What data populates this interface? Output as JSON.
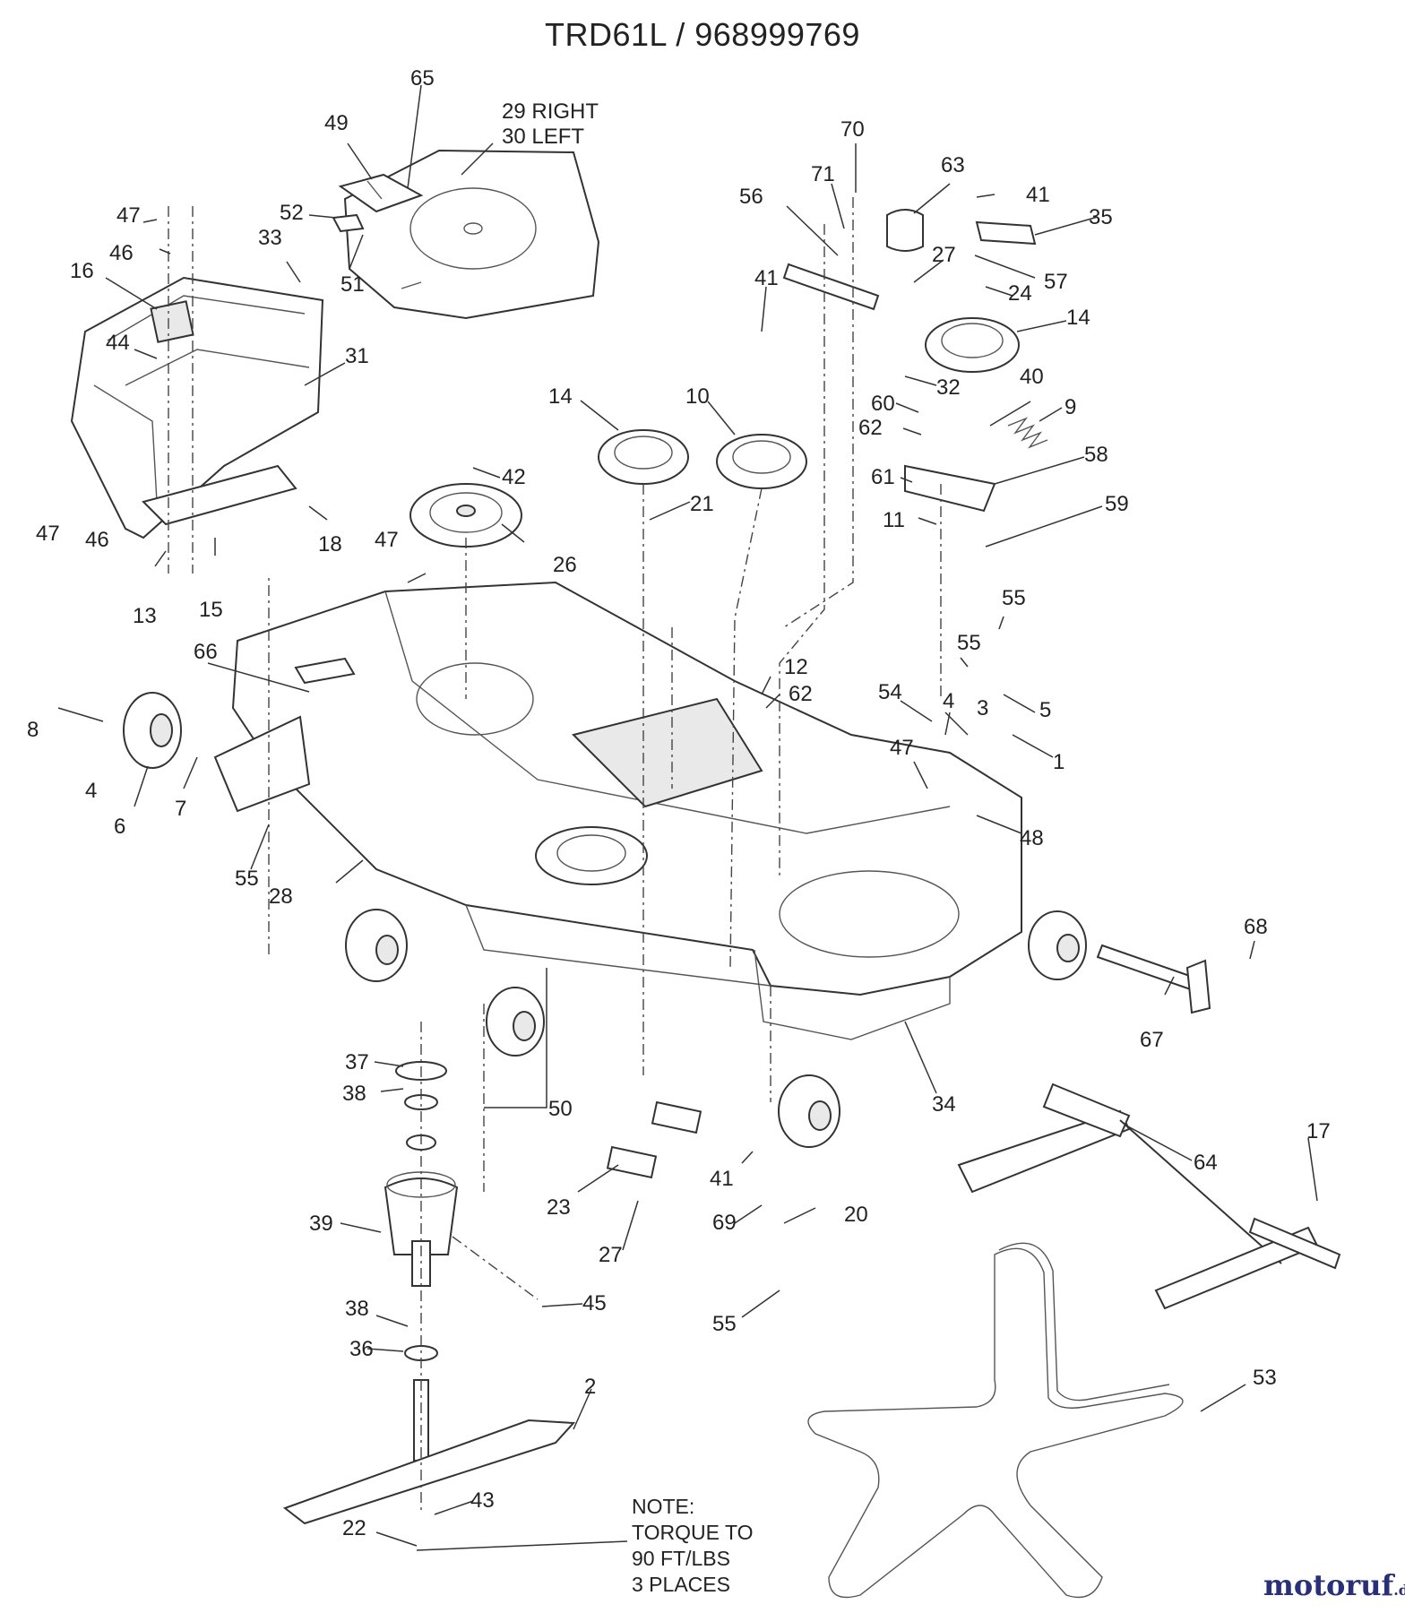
{
  "title": "TRD61L / 968999769",
  "note": [
    "NOTE:",
    "TORQUE TO",
    "90 FT/LBS",
    "3 PLACES"
  ],
  "brand": {
    "name": "motoruf",
    "tld": ".de",
    "color": "#2a2f7a"
  },
  "callouts": [
    {
      "id": "c65",
      "label": "65"
    },
    {
      "id": "c49",
      "label": "49"
    },
    {
      "id": "c29",
      "label": "29  RIGHT"
    },
    {
      "id": "c30",
      "label": "30  LEFT"
    },
    {
      "id": "c70",
      "label": "70"
    },
    {
      "id": "c63",
      "label": "63"
    },
    {
      "id": "c71",
      "label": "71"
    },
    {
      "id": "c56",
      "label": "56"
    },
    {
      "id": "c41a",
      "label": "41"
    },
    {
      "id": "c35",
      "label": "35"
    },
    {
      "id": "c47a",
      "label": "47"
    },
    {
      "id": "c52",
      "label": "52"
    },
    {
      "id": "c46a",
      "label": "46"
    },
    {
      "id": "c33",
      "label": "33"
    },
    {
      "id": "c27a",
      "label": "27"
    },
    {
      "id": "c57",
      "label": "57"
    },
    {
      "id": "c16",
      "label": "16"
    },
    {
      "id": "c51",
      "label": "51"
    },
    {
      "id": "c24",
      "label": "24"
    },
    {
      "id": "c41b",
      "label": "41"
    },
    {
      "id": "c14a",
      "label": "14"
    },
    {
      "id": "c44",
      "label": "44"
    },
    {
      "id": "c31",
      "label": "31"
    },
    {
      "id": "c32",
      "label": "32"
    },
    {
      "id": "c40",
      "label": "40"
    },
    {
      "id": "c14b",
      "label": "14"
    },
    {
      "id": "c10",
      "label": "10"
    },
    {
      "id": "c60",
      "label": "60"
    },
    {
      "id": "c9",
      "label": "9"
    },
    {
      "id": "c62a",
      "label": "62"
    },
    {
      "id": "c58",
      "label": "58"
    },
    {
      "id": "c42",
      "label": "42"
    },
    {
      "id": "c61",
      "label": "61"
    },
    {
      "id": "c47b",
      "label": "47"
    },
    {
      "id": "c46b",
      "label": "46"
    },
    {
      "id": "c21",
      "label": "21"
    },
    {
      "id": "c11",
      "label": "11"
    },
    {
      "id": "c59",
      "label": "59"
    },
    {
      "id": "c18",
      "label": "18"
    },
    {
      "id": "c47c",
      "label": "47"
    },
    {
      "id": "c26",
      "label": "26"
    },
    {
      "id": "c13",
      "label": "13"
    },
    {
      "id": "c15",
      "label": "15"
    },
    {
      "id": "c55a",
      "label": "55"
    },
    {
      "id": "c66",
      "label": "66"
    },
    {
      "id": "c55b",
      "label": "55"
    },
    {
      "id": "c12",
      "label": "12"
    },
    {
      "id": "c8",
      "label": "8"
    },
    {
      "id": "c62b",
      "label": "62"
    },
    {
      "id": "c54",
      "label": "54"
    },
    {
      "id": "c4a",
      "label": "4"
    },
    {
      "id": "c3",
      "label": "3"
    },
    {
      "id": "c5",
      "label": "5"
    },
    {
      "id": "c4b",
      "label": "4"
    },
    {
      "id": "c47d",
      "label": "47"
    },
    {
      "id": "c1",
      "label": "1"
    },
    {
      "id": "c7",
      "label": "7"
    },
    {
      "id": "c6",
      "label": "6"
    },
    {
      "id": "c48",
      "label": "48"
    },
    {
      "id": "c55c",
      "label": "55"
    },
    {
      "id": "c28",
      "label": "28"
    },
    {
      "id": "c68",
      "label": "68"
    },
    {
      "id": "c67",
      "label": "67"
    },
    {
      "id": "c37",
      "label": "37"
    },
    {
      "id": "c50",
      "label": "50"
    },
    {
      "id": "c38a",
      "label": "38"
    },
    {
      "id": "c34",
      "label": "34"
    },
    {
      "id": "c17",
      "label": "17"
    },
    {
      "id": "c64",
      "label": "64"
    },
    {
      "id": "c41c",
      "label": "41"
    },
    {
      "id": "c20",
      "label": "20"
    },
    {
      "id": "c23",
      "label": "23"
    },
    {
      "id": "c39",
      "label": "39"
    },
    {
      "id": "c69",
      "label": "69"
    },
    {
      "id": "c27b",
      "label": "27"
    },
    {
      "id": "c45",
      "label": "45"
    },
    {
      "id": "c38b",
      "label": "38"
    },
    {
      "id": "c55d",
      "label": "55"
    },
    {
      "id": "c36",
      "label": "36"
    },
    {
      "id": "c53",
      "label": "53"
    },
    {
      "id": "c2",
      "label": "2"
    },
    {
      "id": "c43",
      "label": "43"
    },
    {
      "id": "c22",
      "label": "22"
    }
  ]
}
